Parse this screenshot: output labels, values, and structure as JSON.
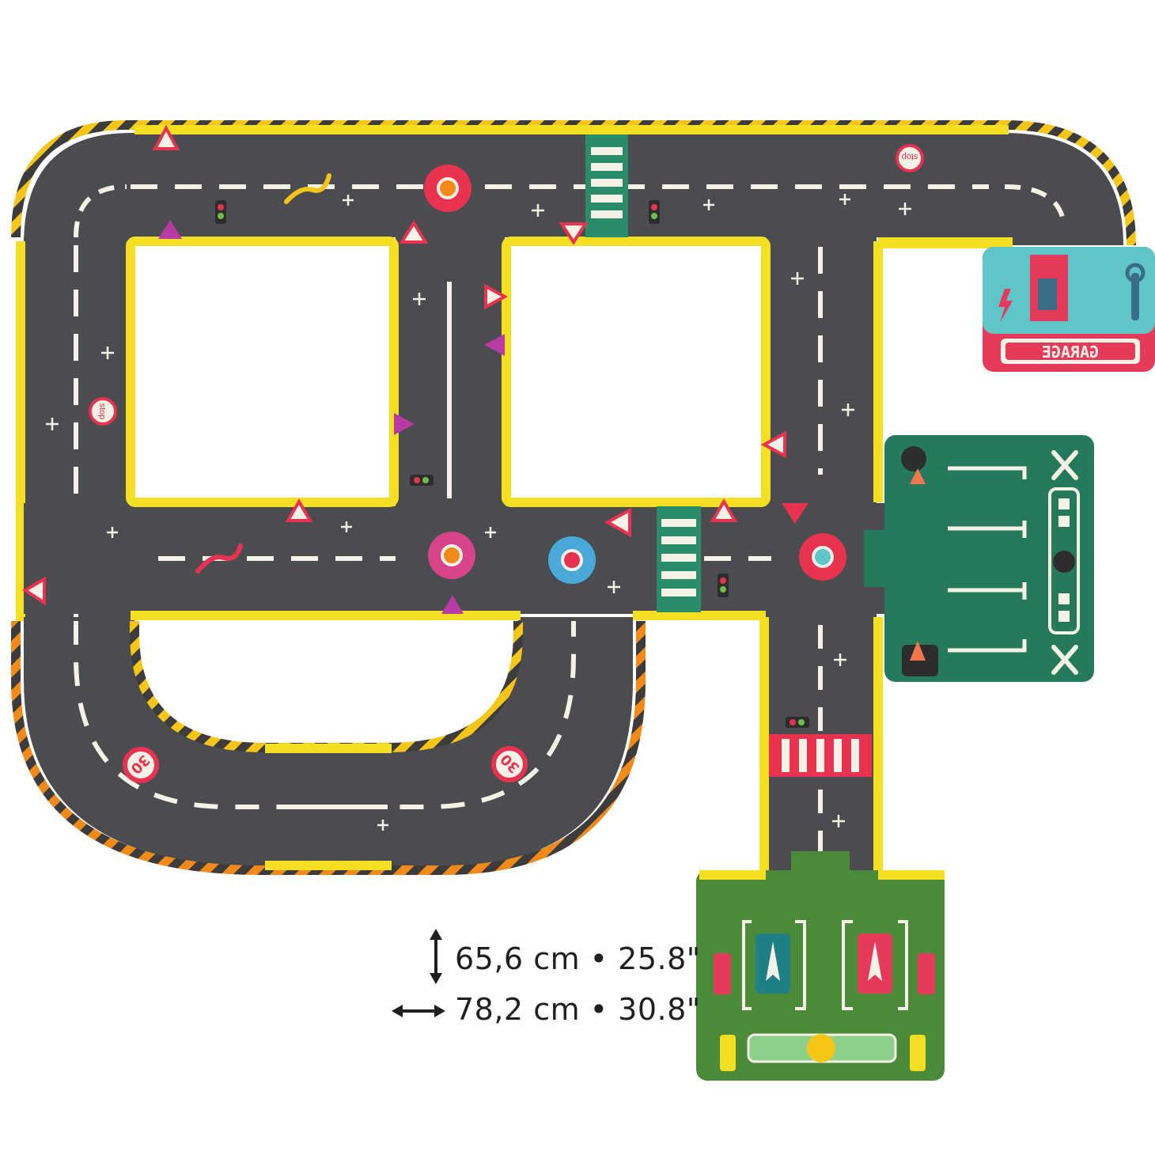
{
  "colors": {
    "asphalt": "#4a4c50",
    "curb": "#f5df23",
    "stripe": "#f4f1e6",
    "garage_teal": "#5ec5c9",
    "garage_red": "#e63a5a",
    "parking_green": "#247a5b",
    "charging_green": "#4a8a3a",
    "crosswalk_green": "#2b8c6a",
    "crosswalk_red": "#e8324f"
  },
  "signs": {
    "stop_text": "stop",
    "speed_limit": "30"
  },
  "garage": {
    "label": "GARAGE",
    "label_mirrored": true
  },
  "dimensions": {
    "height_text": "65,6 cm • 25.8\"",
    "width_text": "78,2 cm • 30.8\""
  },
  "icons": [
    "vertical-double-arrow-icon",
    "horizontal-double-arrow-icon",
    "traffic-light-icon",
    "warning-triangle-icon",
    "yield-sign-icon",
    "roundabout-icon",
    "crosswalk-icon",
    "tool-crossed-wrench-icon",
    "checkered-flag-icon",
    "charging-station-icon",
    "lightning-icon"
  ]
}
